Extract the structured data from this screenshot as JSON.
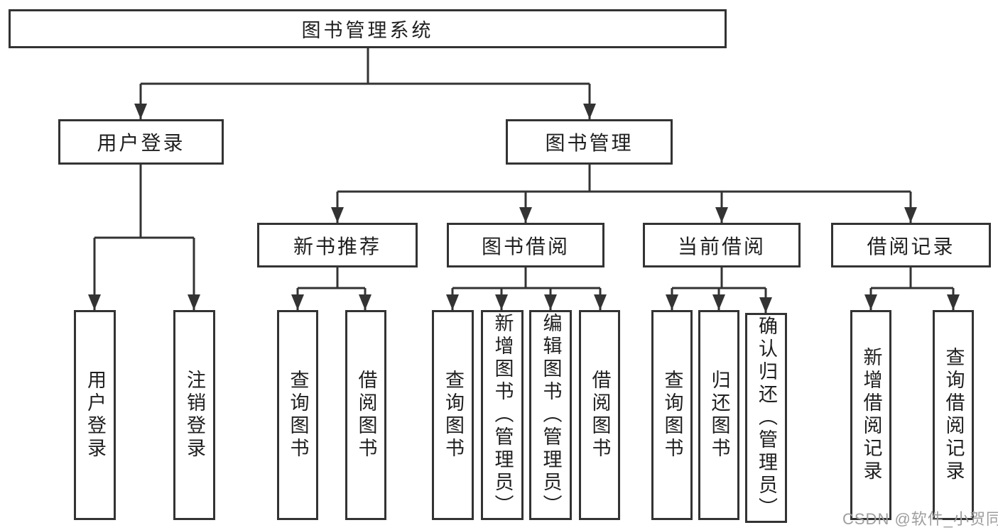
{
  "diagram": {
    "root": {
      "label": "图书管理系统"
    },
    "branches": [
      {
        "label": "用户登录",
        "leaves": [
          "用户登录",
          "注销登录"
        ]
      },
      {
        "label": "图书管理",
        "groups": [
          {
            "label": "新书推荐",
            "leaves": [
              "查询图书",
              "借阅图书"
            ]
          },
          {
            "label": "图书借阅",
            "leaves": [
              "查询图书",
              "新增图书（管理员）",
              "编辑图书（管理员）",
              "借阅图书"
            ]
          },
          {
            "label": "当前借阅",
            "leaves": [
              "查询图书",
              "归还图书",
              "确认归还（管理员）"
            ]
          },
          {
            "label": "借阅记录",
            "leaves": [
              "新增借阅记录",
              "查询借阅记录"
            ]
          }
        ]
      }
    ]
  },
  "watermark": {
    "text": "CSDN @软件_小贺同学"
  },
  "colors": {
    "line": "#333333",
    "border": "#333333",
    "text": "#1f1f1f",
    "watermark": "#9e9e9e",
    "background": "#ffffff"
  }
}
